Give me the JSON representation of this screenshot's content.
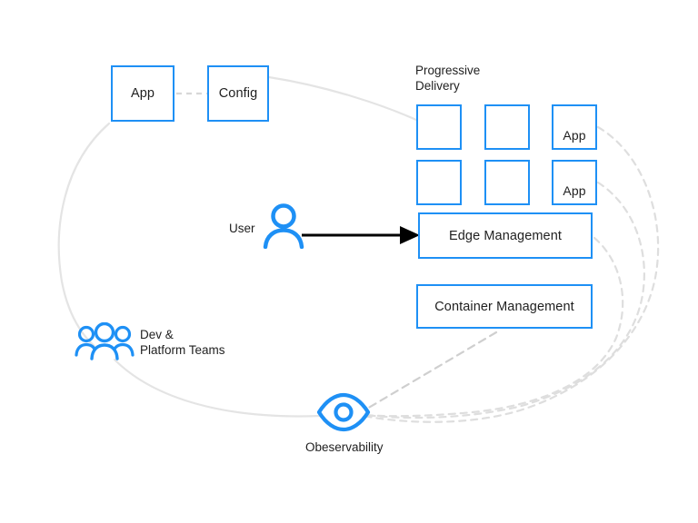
{
  "diagram": {
    "title": "Platform architecture loop diagram",
    "colors": {
      "accent_blue": "#1E90F5",
      "text": "#1f1f1f",
      "connector_gray": "#e2e2e2",
      "dashed_gray": "#dcdcdc",
      "arrow_black": "#000000"
    },
    "nodes": {
      "app": {
        "label": "App"
      },
      "config": {
        "label": "Config"
      },
      "edge_management": {
        "label": "Edge Management"
      },
      "container_management": {
        "label": "Container Management"
      }
    },
    "groups": {
      "progressive_delivery": {
        "caption_line1": "Progressive",
        "caption_line2": "Delivery",
        "cells": [
          {
            "label": ""
          },
          {
            "label": ""
          },
          {
            "label": "App"
          },
          {
            "label": ""
          },
          {
            "label": ""
          },
          {
            "label": "App"
          }
        ]
      }
    },
    "actors": {
      "user": {
        "label": "User",
        "icon": "user-icon"
      },
      "dev_platform_teams": {
        "label_line1": "Dev &",
        "label_line2": "Platform Teams",
        "icon": "people-group-icon"
      },
      "observability": {
        "label": "Obeservability",
        "icon": "eye-icon"
      }
    },
    "connectors": {
      "app_to_config": "dashed-short-gray",
      "config_to_grid": "solid-curve-gray",
      "user_to_edge": "solid-arrow-black",
      "loop_left": "solid-curve-gray",
      "loop_bottom": "solid-curve-gray",
      "grid_app1_to_eye": "dashed-curve-gray",
      "grid_app2_to_eye": "dashed-curve-gray",
      "edge_to_eye": "dashed-curve-gray",
      "container_to_eye": "dashed-line-gray"
    }
  }
}
